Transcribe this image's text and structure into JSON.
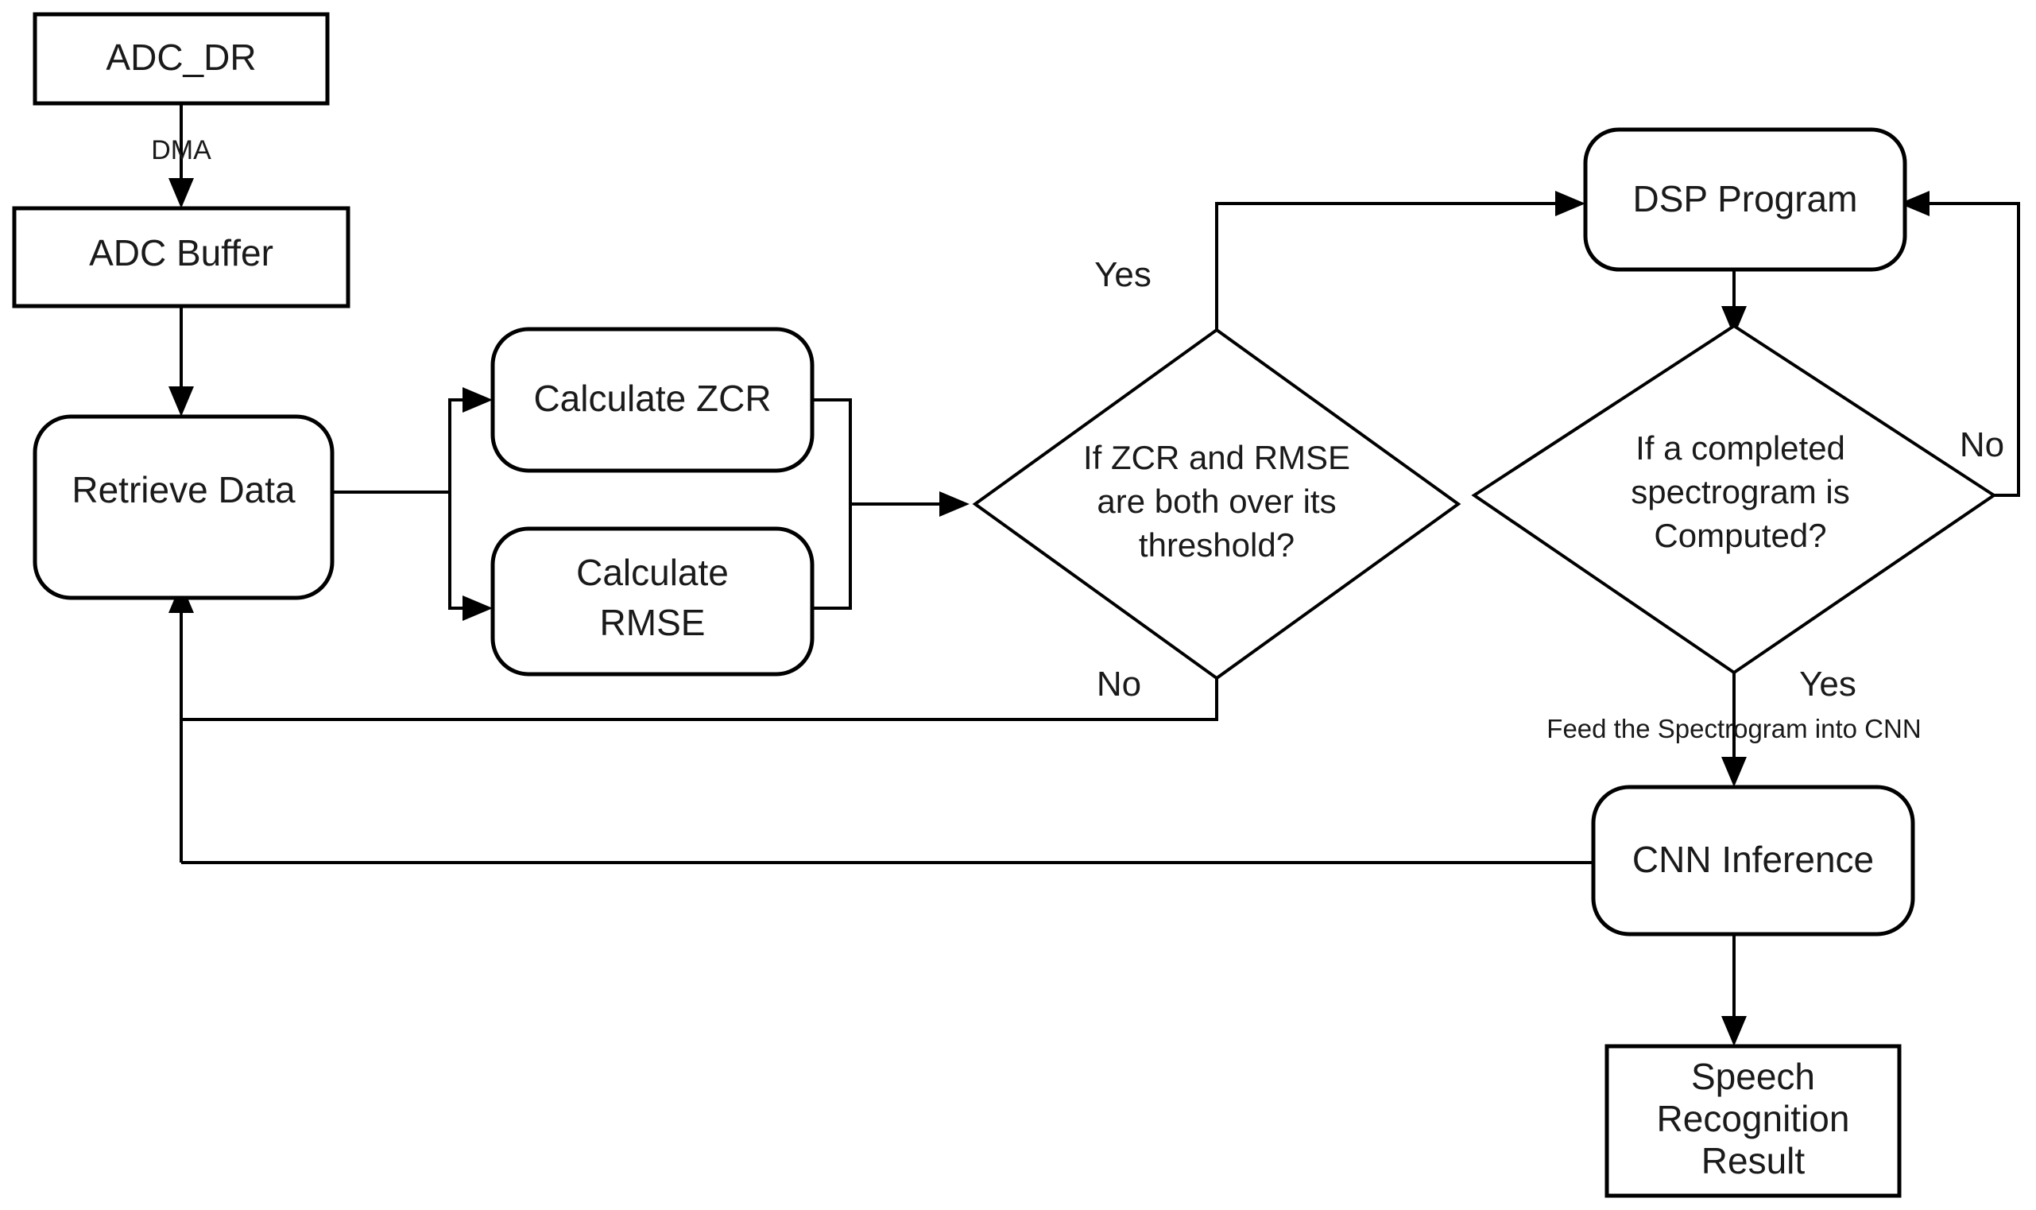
{
  "diagram": {
    "type": "flowchart",
    "title": "Speech Recognition Processing Pipeline",
    "orientation": "left-to-right",
    "background_color": "#ffffff",
    "line_color": "#000000",
    "text_color": "#1a1a1a"
  },
  "nodes": {
    "adc_dr": {
      "label": "ADC_DR",
      "shape": "rectangle"
    },
    "adc_buffer": {
      "label": "ADC Buffer",
      "shape": "rectangle"
    },
    "retrieve_data": {
      "label": "Retrieve Data",
      "shape": "rounded-rectangle"
    },
    "calculate_zcr": {
      "label": "Calculate ZCR",
      "shape": "rounded-rectangle"
    },
    "calculate_rmse_line1": "Calculate",
    "calculate_rmse_line2": "RMSE",
    "decision_threshold_line1": "If ZCR and RMSE",
    "decision_threshold_line2": "are both over its",
    "decision_threshold_line3": "threshold?",
    "dsp_program": {
      "label": "DSP Program",
      "shape": "rounded-rectangle"
    },
    "decision_spectrogram_line1": "If a completed",
    "decision_spectrogram_line2": "spectrogram is",
    "decision_spectrogram_line3": "Computed?",
    "cnn_inference": {
      "label": "CNN Inference",
      "shape": "rounded-rectangle"
    },
    "speech_result_line1": "Speech",
    "speech_result_line2": "Recognition",
    "speech_result_line3": "Result"
  },
  "edge_labels": {
    "dma": "DMA",
    "threshold_yes": "Yes",
    "threshold_no": "No",
    "spectrogram_no": "No",
    "spectrogram_yes": "Yes",
    "feed_cnn": "Feed the Spectrogram into CNN"
  }
}
